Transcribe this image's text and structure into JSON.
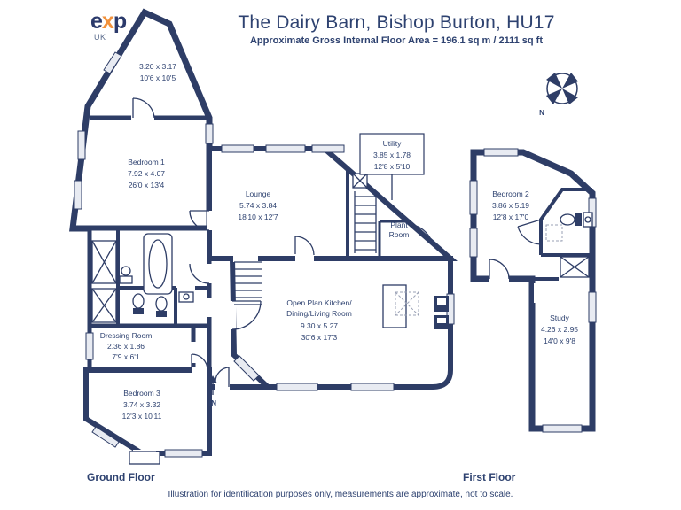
{
  "header": {
    "title": "The Dairy Barn, Bishop Burton, HU17",
    "subtitle": "Approximate Gross Internal Floor Area = 196.1 sq m / 2111 sq ft",
    "logo": {
      "e": "e",
      "x": "x",
      "p": "p",
      "country": "UK"
    }
  },
  "compass": {
    "north_label": "N"
  },
  "entrance": {
    "label": "IN"
  },
  "floor_labels": {
    "ground": "Ground Floor",
    "first": "First Floor"
  },
  "rooms": {
    "top_room": {
      "metric": "3.20 x 3.17",
      "imperial": "10'6 x 10'5"
    },
    "bedroom1": {
      "name": "Bedroom 1",
      "metric": "7.92 x 4.07",
      "imperial": "26'0 x 13'4"
    },
    "lounge": {
      "name": "Lounge",
      "metric": "5.74 x 3.84",
      "imperial": "18'10 x 12'7"
    },
    "utility": {
      "name": "Utility",
      "metric": "3.85 x 1.78",
      "imperial": "12'8 x 5'10"
    },
    "plant_room": {
      "name_line1": "Plant",
      "name_line2": "Room"
    },
    "open_plan": {
      "name_line1": "Open Plan Kitchen/",
      "name_line2": "Dining/Living Room",
      "metric": "9.30 x 5.27",
      "imperial": "30'6 x 17'3"
    },
    "dressing": {
      "name": "Dressing Room",
      "metric": "2.36 x 1.86",
      "imperial": "7'9 x 6'1"
    },
    "bedroom3": {
      "name": "Bedroom 3",
      "metric": "3.74 x 3.32",
      "imperial": "12'3 x 10'11"
    },
    "bedroom2": {
      "name": "Bedroom 2",
      "metric": "3.86 x 5.19",
      "imperial": "12'8 x 17'0"
    },
    "study": {
      "name": "Study",
      "metric": "4.26 x 2.95",
      "imperial": "14'0 x 9'8"
    }
  },
  "footer": {
    "disclaimer": "Illustration for identification purposes only, measurements are approximate, not to scale."
  },
  "colors": {
    "wall": "#2e3d66",
    "text": "#2e4270",
    "logo_navy": "#2b3a6b",
    "logo_orange": "#f2923c",
    "window_fill": "#e8ebf2"
  }
}
